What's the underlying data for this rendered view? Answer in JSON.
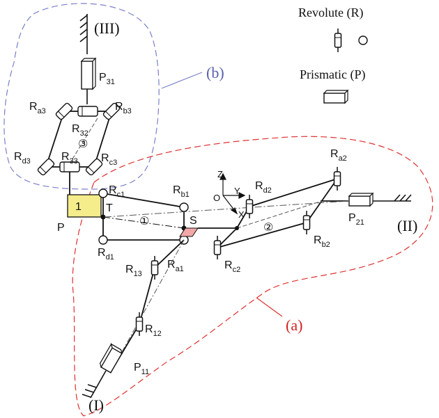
{
  "legend": {
    "revolute": "Revolute (R)",
    "prismatic": "Prismatic (P)"
  },
  "regions": {
    "a": "(a)",
    "b": "(b)"
  },
  "limbs": {
    "I": "(I)",
    "II": "(II)",
    "III": "(III)"
  },
  "loops": {
    "one": "①",
    "two": "②",
    "three": "③"
  },
  "platform": {
    "label": "1",
    "P": "P",
    "T": "T",
    "S": "S"
  },
  "axes": {
    "z": "Z",
    "y": "Y",
    "x": "X",
    "o": "O"
  },
  "joints": {
    "P31": {
      "main": "P",
      "sub": "31"
    },
    "Ra3": {
      "main": "R",
      "sub": "a3"
    },
    "Rb3": {
      "main": "R",
      "sub": "b3"
    },
    "R32": {
      "main": "R",
      "sub": "32"
    },
    "Rd3": {
      "main": "R",
      "sub": "d3"
    },
    "R33": {
      "main": "R",
      "sub": "33"
    },
    "Rc3": {
      "main": "R",
      "sub": "c3"
    },
    "Rc1": {
      "main": "R",
      "sub": "c1"
    },
    "Rb1": {
      "main": "R",
      "sub": "b1"
    },
    "Rd1": {
      "main": "R",
      "sub": "d1"
    },
    "Ra1": {
      "main": "R",
      "sub": "a1"
    },
    "R13": {
      "main": "R",
      "sub": "13"
    },
    "R12": {
      "main": "R",
      "sub": "12"
    },
    "P11": {
      "main": "P",
      "sub": "11"
    },
    "Rd2": {
      "main": "R",
      "sub": "d2"
    },
    "Ra2": {
      "main": "R",
      "sub": "a2"
    },
    "P21": {
      "main": "P",
      "sub": "21"
    },
    "Rb2": {
      "main": "R",
      "sub": "b2"
    },
    "Rc2": {
      "main": "R",
      "sub": "c2"
    }
  },
  "colors": {
    "region_a": "#e03030",
    "region_b": "#7a7fc8",
    "platform_fill": "#f5ec8c",
    "s_fill": "#f2a8a8"
  }
}
